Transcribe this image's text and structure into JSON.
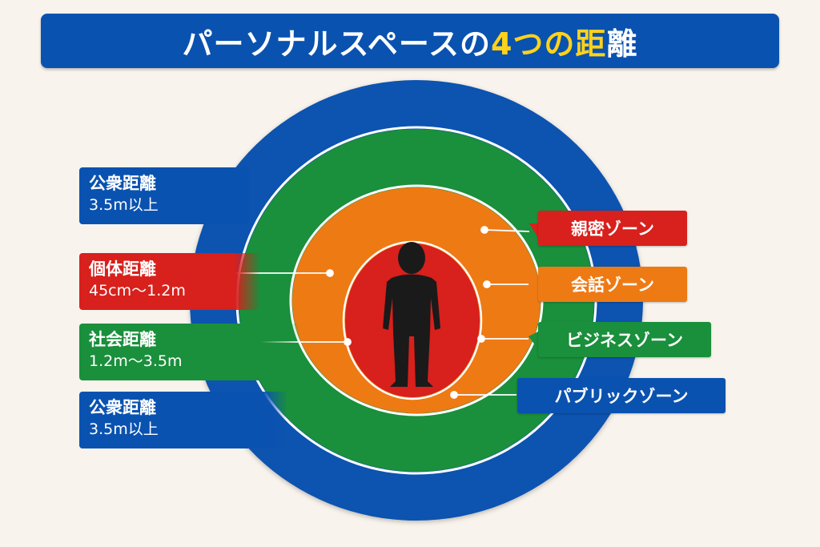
{
  "title": {
    "main": "パーソナルスペースの",
    "accent": "4つの距",
    "tail": "離"
  },
  "left_labels": [
    {
      "name": "公衆距離",
      "range": "3.5m以上"
    },
    {
      "name": "個体距離",
      "range": "45cm〜1.2m"
    },
    {
      "name": "社会距離",
      "range": "1.2m〜3.5m"
    },
    {
      "name": "公衆距離",
      "range": "3.5m以上"
    }
  ],
  "right_labels": [
    {
      "name": "親密ゾーン"
    },
    {
      "name": "会話ゾーン"
    },
    {
      "name": "ビジネスゾーン"
    },
    {
      "name": "パブリックゾーン"
    }
  ],
  "colors": {
    "blue": "#0a52b0",
    "green": "#1a8f3c",
    "orange": "#ee7a14",
    "red": "#d8201c",
    "figure": "#1a1a1a",
    "accent": "#ffd21a",
    "background": "#f8f3ec"
  },
  "figure": {
    "icon": "person-silhouette-icon"
  }
}
